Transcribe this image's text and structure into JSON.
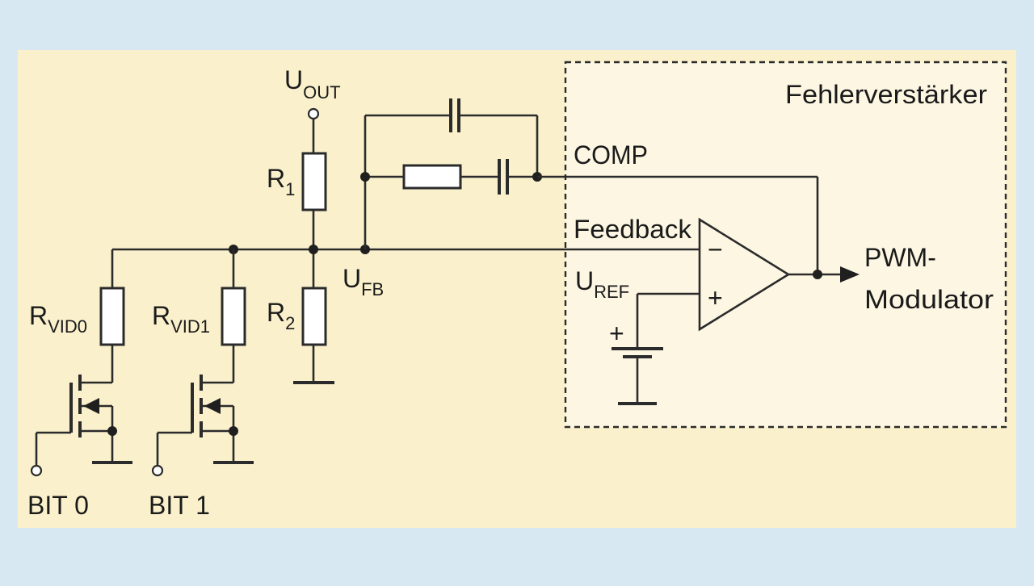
{
  "labels": {
    "u_out_main": "U",
    "u_out_sub": "OUT",
    "r1_main": "R",
    "r1_sub": "1",
    "r2_main": "R",
    "r2_sub": "2",
    "u_fb_main": "U",
    "u_fb_sub": "FB",
    "rvid0_main": "R",
    "rvid0_sub": "VID0",
    "rvid1_main": "R",
    "rvid1_sub": "VID1",
    "bit0": "BIT 0",
    "bit1": "BIT 1",
    "comp": "COMP",
    "feedback": "Feedback",
    "u_ref_main": "U",
    "u_ref_sub": "REF",
    "error_amp_title": "Fehlerverstärker",
    "pwm_line1": "PWM-",
    "pwm_line2": "Modulator",
    "minus": "−",
    "plus": "+",
    "battery_plus": "+"
  },
  "colors": {
    "outer_background": "#d8e8f2",
    "panel_background": "#faf1cc",
    "amp_box_background": "#fcf6e2",
    "line": "#2b2b2b"
  },
  "icons": {
    "amplifier": "opamp-triangle",
    "arrow": "arrowhead-right",
    "transistor": "n-mosfet-symbol",
    "reference": "battery-symbol",
    "ground": "ground-symbol",
    "terminal": "open-circle-terminal"
  }
}
